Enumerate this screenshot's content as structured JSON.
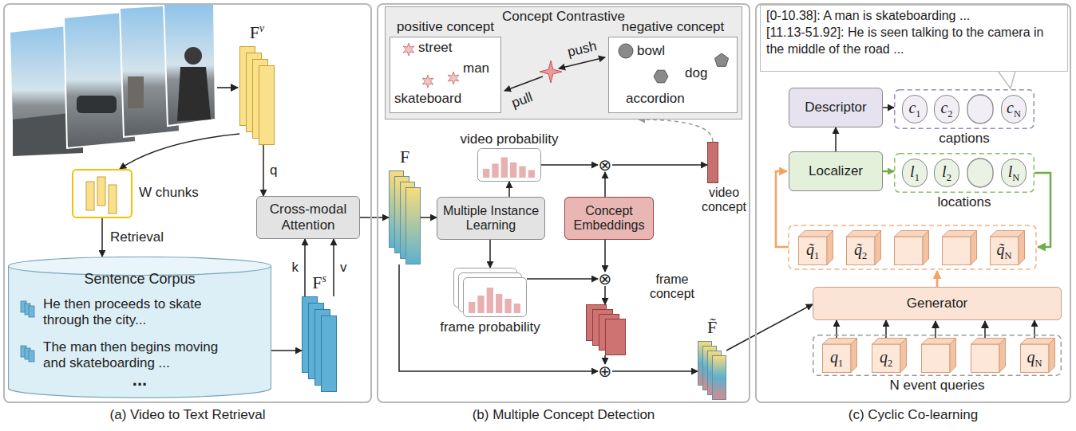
{
  "diagram": {
    "nodes": [
      {
        "text": [
          "(a) Video to Text Retrieval"
        ]
      },
      {
        "text": [
          "F",
          "v"
        ],
        "in": 0
      },
      {
        "text": [
          "W chunks"
        ],
        "in": 0
      },
      {
        "text": [
          "Cross-modal Attention"
        ],
        "in": 0
      },
      {
        "text": [
          "Sentence Corpus",
          "He then proceeds to skate through the city...",
          "The man then begins moving and skateboarding ...",
          "..."
        ],
        "in": 0
      },
      {
        "text": [
          "F",
          "s"
        ],
        "in": 0
      },
      {
        "text": [
          "(b) Multiple Concept Detection"
        ]
      },
      {
        "text": [
          "Concept Contrastive"
        ],
        "in": 6
      },
      {
        "text": [
          "positive concept",
          "street",
          "man",
          "skateboard"
        ],
        "in": 7
      },
      {
        "text": [
          "negative concept",
          "bowl",
          "dog",
          "accordion"
        ],
        "in": 7
      },
      {
        "text": [
          "F"
        ],
        "in": 6
      },
      {
        "text": [
          "Multiple Instance Learning"
        ],
        "in": 6
      },
      {
        "text": [
          "video probability"
        ],
        "in": 6
      },
      {
        "text": [
          "frame probability"
        ],
        "in": 6
      },
      {
        "text": [
          "Concept Embeddings"
        ],
        "in": 6
      },
      {
        "text": [
          "⊗"
        ],
        "in": 6
      },
      {
        "text": [
          "video concept"
        ],
        "in": 6
      },
      {
        "text": [
          "⊗"
        ],
        "in": 6
      },
      {
        "text": [
          "frame concept"
        ],
        "in": 6
      },
      {
        "text": [
          "⊕"
        ],
        "in": 6
      },
      {
        "text": [
          "F̃"
        ],
        "in": 6
      },
      {
        "text": [
          "(c) Cyclic Co-learning"
        ]
      },
      {
        "text": [
          "[0-10.38]: A man is skateboarding ...",
          "[11.13-51.92]: He is seen talking to the camera in the middle of the road ..."
        ],
        "in": 21
      },
      {
        "text": [
          "Descriptor"
        ],
        "in": 21
      },
      {
        "text": [
          "captions"
        ],
        "in": 21
      },
      {
        "text": [
          "c",
          "1"
        ],
        "in": 24
      },
      {
        "text": [
          "c",
          "2"
        ],
        "in": 24
      },
      {
        "text": [
          "c",
          "N"
        ],
        "in": 24
      },
      {
        "text": [
          "Localizer"
        ],
        "in": 21
      },
      {
        "text": [
          "locations"
        ],
        "in": 21
      },
      {
        "text": [
          "l",
          "1"
        ],
        "in": 29
      },
      {
        "text": [
          "l",
          "2"
        ],
        "in": 29
      },
      {
        "text": [
          "l",
          "N"
        ],
        "in": 29
      },
      {
        "text": [
          "q̃",
          "1"
        ],
        "in": 21
      },
      {
        "text": [
          "q̃",
          "2"
        ],
        "in": 21
      },
      {
        "text": [
          "q̃",
          "N"
        ],
        "in": 21
      },
      {
        "text": [
          "Generator"
        ],
        "in": 21
      },
      {
        "text": [
          "N event queries"
        ],
        "in": 21
      },
      {
        "text": [
          "q",
          "1"
        ],
        "in": 37
      },
      {
        "text": [
          "q",
          "2"
        ],
        "in": 37
      },
      {
        "text": [
          "q",
          "N"
        ],
        "in": 37
      }
    ],
    "edges": [
      {
        "from": 1,
        "to": 3,
        "arrow": "to",
        "label": "q"
      },
      {
        "from": 1,
        "to": 2,
        "arrow": "to"
      },
      {
        "from": 2,
        "to": 4,
        "arrow": "to",
        "label": "Retrieval"
      },
      {
        "from": 4,
        "to": 5,
        "arrow": "to"
      },
      {
        "from": 5,
        "to": 3,
        "arrow": "to",
        "label": "k"
      },
      {
        "from": 5,
        "to": 3,
        "arrow": "to",
        "label": "v"
      },
      {
        "from": 3,
        "to": 10,
        "arrow": "to"
      },
      {
        "from": 10,
        "to": 11,
        "arrow": "to"
      },
      {
        "from": 11,
        "to": 12,
        "arrow": "to"
      },
      {
        "from": 11,
        "to": 13,
        "arrow": "to"
      },
      {
        "from": 12,
        "to": 15,
        "arrow": "to"
      },
      {
        "from": 14,
        "to": 15,
        "arrow": "to"
      },
      {
        "from": 15,
        "to": 16,
        "arrow": "to"
      },
      {
        "from": 13,
        "to": 17,
        "arrow": "to"
      },
      {
        "from": 14,
        "to": 17,
        "arrow": "to"
      },
      {
        "from": 17,
        "to": 18,
        "arrow": "to"
      },
      {
        "from": 18,
        "to": 19,
        "arrow": "to"
      },
      {
        "from": 10,
        "to": 19,
        "arrow": "to"
      },
      {
        "from": 19,
        "to": 20,
        "arrow": "to"
      },
      {
        "from": 16,
        "to": 7,
        "arrow": "to"
      },
      {
        "from": 20,
        "to": 36,
        "arrow": "to"
      },
      {
        "from": 28,
        "to": 23,
        "arrow": "to"
      },
      {
        "from": 23,
        "to": 24,
        "arrow": "to"
      },
      {
        "from": 28,
        "to": 29,
        "arrow": "to"
      },
      {
        "from": 38,
        "to": 36,
        "arrow": "to"
      },
      {
        "from": 39,
        "to": 36,
        "arrow": "to"
      },
      {
        "from": 40,
        "to": 36,
        "arrow": "to"
      }
    ],
    "labels": [
      "pull",
      "push"
    ]
  }
}
